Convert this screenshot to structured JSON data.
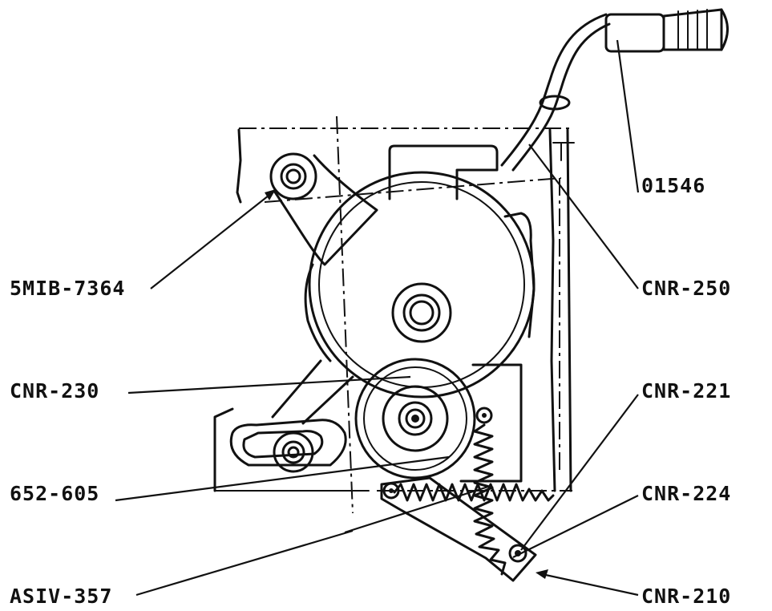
{
  "colors": {
    "ink": "#111111",
    "paper": "#ffffff"
  },
  "labels": {
    "p01546": "01546",
    "cnr250": "CNR-250",
    "mib7364": "5MIB-7364",
    "cnr230": "CNR-230",
    "cnr221": "CNR-221",
    "p652605": "652-605",
    "cnr224": "CNR-224",
    "asiv357": "ASIV-357",
    "cnr210": "CNR-210"
  }
}
